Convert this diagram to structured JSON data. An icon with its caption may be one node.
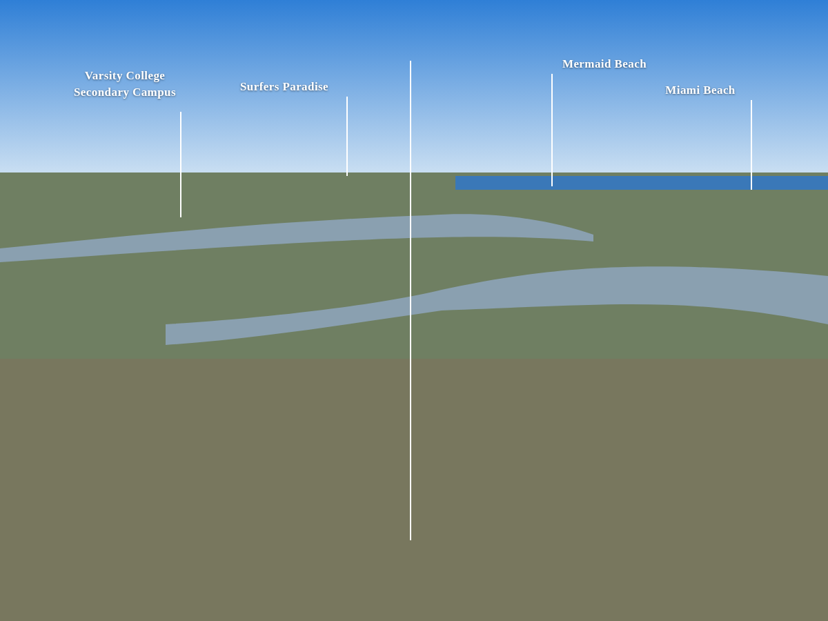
{
  "diagram": {
    "nodes": [
      {
        "text": [
          "Varsity College Secondary Campus"
        ]
      },
      {
        "text": [
          "Surfers Paradise"
        ]
      },
      {
        "text": [
          "Mermaid Beach"
        ]
      },
      {
        "text": [
          "Miami Beach"
        ]
      }
    ],
    "edges": [
      {
        "from": 0,
        "to": null,
        "arrow": "none"
      },
      {
        "from": 1,
        "to": null,
        "arrow": "none"
      },
      {
        "from": 2,
        "to": null,
        "arrow": "none"
      },
      {
        "from": 3,
        "to": null,
        "arrow": "none"
      }
    ]
  }
}
